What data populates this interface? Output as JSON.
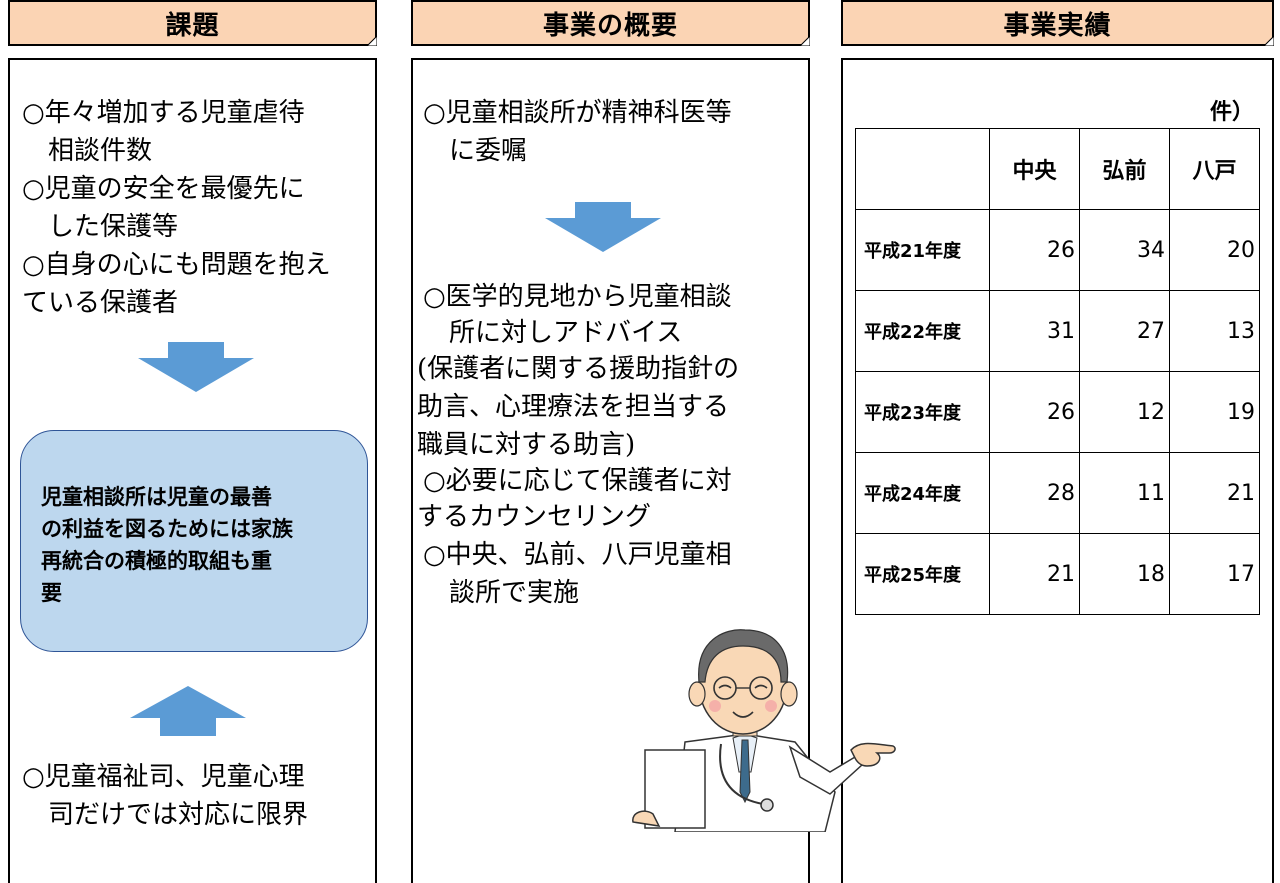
{
  "panels": {
    "issues": {
      "title": "課題",
      "lines": [
        "○年々増加する児童虐待",
        "　相談件数",
        "○児童の安全を最優先に",
        "　した保護等",
        "○自身の心にも問題を抱え",
        "ている保護者"
      ],
      "highlight_lines": [
        "児童相談所は児童の最善",
        "の利益を図るためには家族",
        "再統合の積極的取組も重",
        "要"
      ],
      "bottom_lines": [
        "○児童福祉司、児童心理",
        "　司だけでは対応に限界"
      ]
    },
    "overview": {
      "title": "事業の概要",
      "top_lines": [
        "○児童相談所が精神科医等",
        "　に委嘱"
      ],
      "lines": [
        "○医学的見地から児童相談",
        "　所に対しアドバイス",
        "(保護者に関する援助指針の",
        "助言、心理療法を担当する",
        "職員に対する助言)",
        "○必要に応じて保護者に対",
        "するカウンセリング",
        "○中央、弘前、八戸児童相",
        "　談所で実施"
      ]
    },
    "results": {
      "title": "事業実績",
      "unit_label": "件）",
      "table": {
        "columns": [
          "",
          "中央",
          "弘前",
          "八戸"
        ],
        "rows": [
          {
            "year": "平成21年度",
            "values": [
              "26",
              "34",
              "20"
            ]
          },
          {
            "year": "平成22年度",
            "values": [
              "31",
              "27",
              "13"
            ]
          },
          {
            "year": "平成23年度",
            "values": [
              "26",
              "12",
              "19"
            ]
          },
          {
            "year": "平成24年度",
            "values": [
              "28",
              "11",
              "21"
            ]
          },
          {
            "year": "平成25年度",
            "values": [
              "21",
              "18",
              "17"
            ]
          }
        ]
      }
    }
  },
  "colors": {
    "header_fill": "#fbd4b4",
    "arrow_fill": "#5b9bd5",
    "highlight_fill": "#bdd7ee"
  },
  "icons": [
    "arrow-down-icon",
    "arrow-up-icon",
    "doctor-illustration"
  ]
}
